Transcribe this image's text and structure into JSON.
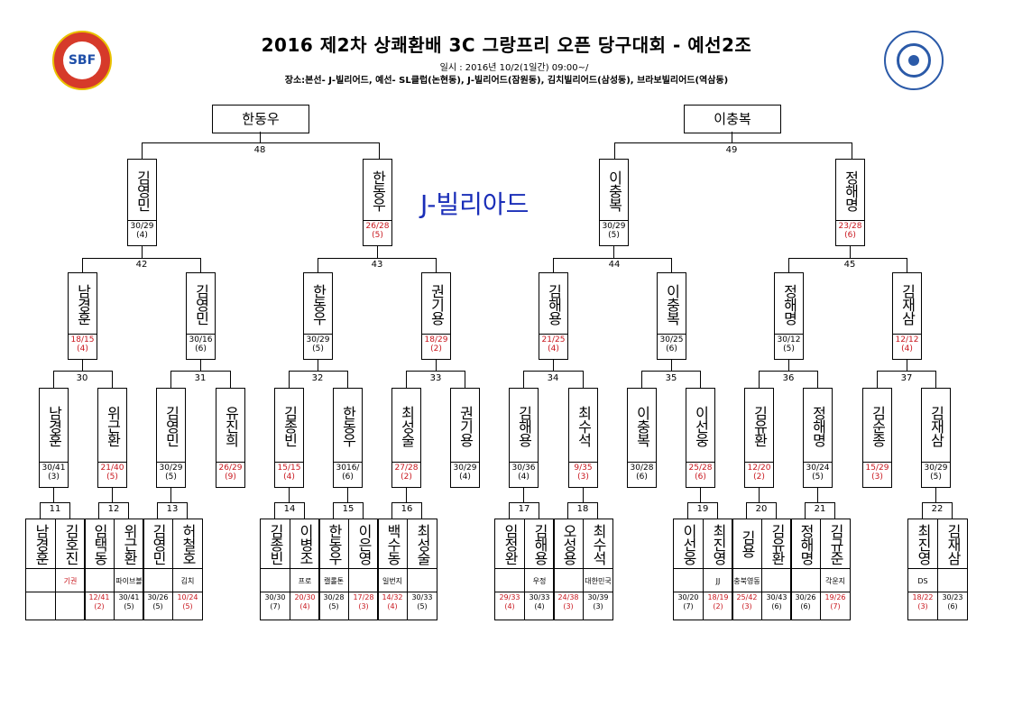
{
  "title": "2016 제2차 상쾌환배 3C 그랑프리 오픈 당구대회 - 예선2조",
  "dateline": "일시 : 2016년 10/2(1일간) 09:00~/",
  "venue": "장소:본선- J-빌리어드, 예선- SL클럽(논현동), J-빌리어드(잠원동), 김치빌리어드(삼성동), 브라보빌리어드(역삼동)",
  "venue_tag": "J-빌리아드",
  "logo_left": "SBF",
  "colors": {
    "red": "#c8161d",
    "blue": "#1a2eb8"
  },
  "finals": [
    "한동우",
    "이충복"
  ],
  "match_numbers": {
    "m48": "48",
    "m49": "49",
    "m42": "42",
    "m43": "43",
    "m44": "44",
    "m45": "45",
    "m30": "30",
    "m31": "31",
    "m32": "32",
    "m33": "33",
    "m34": "34",
    "m35": "35",
    "m36": "36",
    "m37": "37",
    "m11": "11",
    "m12": "12",
    "m13": "13",
    "m14": "14",
    "m15": "15",
    "m16": "16",
    "m17": "17",
    "m18": "18",
    "m19": "19",
    "m20": "20",
    "m21": "21",
    "m22": "22"
  },
  "round3": [
    {
      "name": "김영민",
      "score": "30/29\n(4)",
      "red": false
    },
    {
      "name": "한동우",
      "score": "26/28\n(5)",
      "red": true
    },
    {
      "name": "이충복",
      "score": "30/29\n(5)",
      "red": false
    },
    {
      "name": "정해명",
      "score": "23/28\n(6)",
      "red": true
    }
  ],
  "round2": [
    {
      "name": "남경훈",
      "score": "18/15\n(4)",
      "red": true
    },
    {
      "name": "김영민",
      "score": "30/16\n(6)",
      "red": false
    },
    {
      "name": "한동우",
      "score": "30/29\n(5)",
      "red": false
    },
    {
      "name": "권기용",
      "score": "18/29\n(2)",
      "red": true
    },
    {
      "name": "김해용",
      "score": "21/25\n(4)",
      "red": true
    },
    {
      "name": "이충복",
      "score": "30/25\n(6)",
      "red": false
    },
    {
      "name": "정해명",
      "score": "30/12\n(5)",
      "red": false
    },
    {
      "name": "김재삼",
      "score": "12/12\n(4)",
      "red": true
    }
  ],
  "round1": [
    {
      "name": "남경훈",
      "score": "30/41\n(3)",
      "red": false
    },
    {
      "name": "위근환",
      "score": "21/40\n(5)",
      "red": true
    },
    {
      "name": "김영민",
      "score": "30/29\n(5)",
      "red": false
    },
    {
      "name": "유진희",
      "score": "26/29\n(9)",
      "red": true
    },
    {
      "name": "김종빈",
      "score": "15/15\n(4)",
      "red": true
    },
    {
      "name": "한동우",
      "score": "3016/\n(6)",
      "red": false
    },
    {
      "name": "최성술",
      "score": "27/28\n(2)",
      "red": true
    },
    {
      "name": "권기용",
      "score": "30/29\n(4)",
      "red": false
    },
    {
      "name": "김해용",
      "score": "30/36\n(4)",
      "red": false
    },
    {
      "name": "최수석",
      "score": "9/35\n(3)",
      "red": true
    },
    {
      "name": "이충복",
      "score": "30/28\n(6)",
      "red": false
    },
    {
      "name": "이선웅",
      "score": "25/28\n(6)",
      "red": true
    },
    {
      "name": "김유환",
      "score": "12/20\n(2)",
      "red": true
    },
    {
      "name": "정해명",
      "score": "30/24\n(5)",
      "red": false
    },
    {
      "name": "김순종",
      "score": "15/29\n(3)",
      "red": true
    },
    {
      "name": "김재삼",
      "score": "30/29\n(5)",
      "red": false
    }
  ],
  "entrants": [
    {
      "name": "남경훈",
      "club": "",
      "result": "",
      "red": false
    },
    {
      "name": "김호진",
      "club": "기권",
      "result": "",
      "red": true,
      "club_red": true
    },
    {
      "name": "임택동",
      "club": "",
      "result": "12/41\n(2)",
      "red": true
    },
    {
      "name": "위근환",
      "club": "파이브볼",
      "result": "30/41\n(5)",
      "red": false
    },
    {
      "name": "김영민",
      "club": "",
      "result": "30/26\n(5)",
      "red": false
    },
    {
      "name": "허철호",
      "club": "김치",
      "result": "10/24\n(5)",
      "red": true
    },
    {
      "name": "김종빈",
      "club": "",
      "result": "30/30\n(7)",
      "red": false
    },
    {
      "name": "이병조",
      "club": "프로",
      "result": "20/30\n(4)",
      "red": true
    },
    {
      "name": "한동우",
      "club": "캘롤톤",
      "result": "30/28\n(5)",
      "red": false
    },
    {
      "name": "이은영",
      "club": "",
      "result": "17/28\n(3)",
      "red": true
    },
    {
      "name": "백수동",
      "club": "일번지",
      "result": "14/32\n(4)",
      "red": true
    },
    {
      "name": "최성술",
      "club": "",
      "result": "30/33\n(5)",
      "red": false
    },
    {
      "name": "임정완",
      "club": "",
      "result": "29/33\n(4)",
      "red": true
    },
    {
      "name": "김해용",
      "club": "우정",
      "result": "30/33\n(4)",
      "red": false
    },
    {
      "name": "오성용",
      "club": "",
      "result": "24/38\n(3)",
      "red": true
    },
    {
      "name": "최수석",
      "club": "대한민국",
      "result": "30/39\n(3)",
      "red": false
    },
    {
      "name": "이선웅",
      "club": "",
      "result": "30/20\n(7)",
      "red": false
    },
    {
      "name": "최진영",
      "club": "JJ",
      "result": "18/19\n(2)",
      "red": true
    },
    {
      "name": "김용",
      "club": "충북영동",
      "result": "25/42\n(3)",
      "red": true
    },
    {
      "name": "김유환",
      "club": "",
      "result": "30/43\n(6)",
      "red": false
    },
    {
      "name": "정해명",
      "club": "",
      "result": "30/26\n(6)",
      "red": false
    },
    {
      "name": "김규준",
      "club": "각운지",
      "result": "19/26\n(7)",
      "red": true
    },
    {
      "name": "최진영",
      "club": "DS",
      "result": "18/22\n(3)",
      "red": true
    },
    {
      "name": "김재삼",
      "club": "",
      "result": "30/23\n(6)",
      "red": false
    }
  ]
}
